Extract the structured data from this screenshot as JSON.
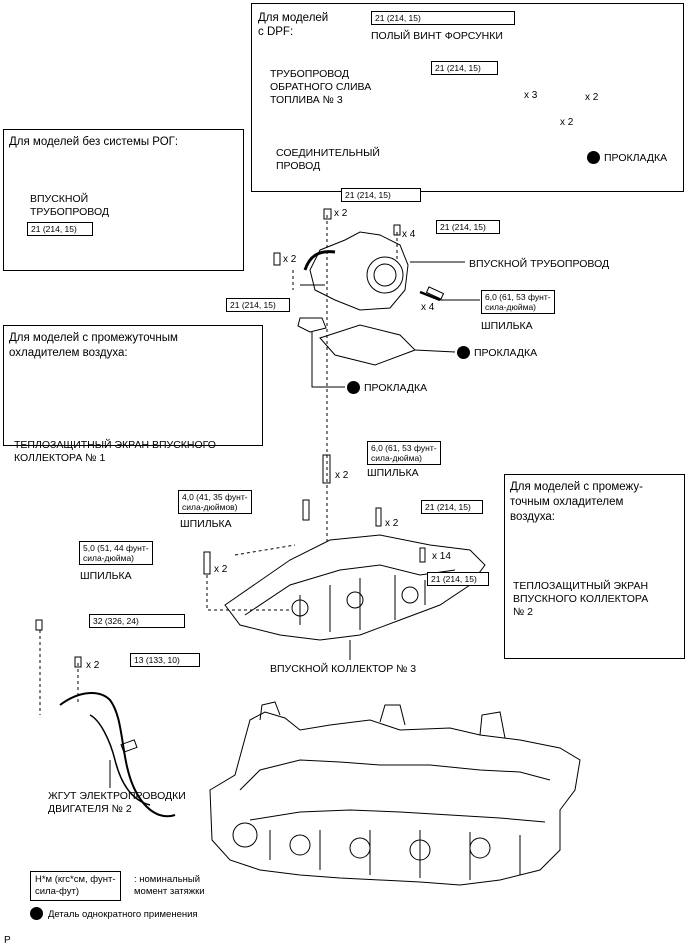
{
  "dpf_box": {
    "title": "Для моделей\nс DPF:",
    "torque_injector_screw": "21 (214, 15)",
    "injector_screw_label": "ПОЛЫЙ ВИНТ ФОРСУНКИ",
    "torque_pipe": "21 (214, 15)",
    "pipe_label": "ТРУБОПРОВОД\nОБРАТНОГО СЛИВА\nТОПЛИВА № 3",
    "pipe_qty": "x 3",
    "screw_qty": "x 2",
    "gasket_qty": "x 2",
    "gasket_label": "ПРОКЛАДКА",
    "connector_label": "СОЕДИНИТЕЛЬНЫЙ\nПРОВОД"
  },
  "no_egr_box": {
    "title": "Для моделей без системы РОГ:",
    "intake_pipe_label": "ВПУСКНОЙ\nТРУБОПРОВОД",
    "torque": "21 (214, 15)"
  },
  "intercooler_box_1": {
    "title": "Для моделей с промежуточным\nохладителем воздуха:",
    "heat_shield_label": "ТЕПЛОЗАЩИТНЫЙ ЭКРАН ВПУСКНОГО\nКОЛЛЕКТОРА № 1"
  },
  "intercooler_box_2": {
    "title": "Для моделей с промежу-\nточным охладителем\nвоздуха:",
    "heat_shield_label": "ТЕПЛОЗАЩИТНЫЙ ЭКРАН\nВПУСКНОГО КОЛЛЕКТОРА\n№ 2"
  },
  "main": {
    "torque_top": "21 (214, 15)",
    "qty_top": "x 2",
    "torque_x4": "21 (214, 15)",
    "qty_x4_bolt": "x 4",
    "intake_pipe_label": "ВПУСКНОЙ ТРУБОПРОВОД",
    "qty_left_x2": "x 2",
    "torque_left": "21 (214, 15)",
    "stud_spec_1": "6,0 (61, 53 фунт-\nсила-дюйма)",
    "stud_qty_1": "x 4",
    "stud_label_1": "ШПИЛЬКА",
    "gasket_label_1": "ПРОКЛАДКА",
    "gasket_label_2": "ПРОКЛАДКА",
    "stud_spec_2": "6,0 (61, 53 фунт-\nсила-дюйма)",
    "stud_qty_2": "x 2",
    "stud_label_2": "ШПИЛЬКА",
    "stud_spec_3": "4,0 (41, 35 фунт-\nсила-дюймов)",
    "stud_label_3": "ШПИЛЬКА",
    "torque_mid": "21 (214, 15)",
    "qty_mid": "x 2",
    "stud_spec_4": "5,0 (51, 44 фунт-\nсила-дюйма)",
    "stud_qty_4": "x 2",
    "stud_label_4": "ШПИЛЬКА",
    "qty_x14": "x 14",
    "torque_x14": "21 (214, 15)",
    "manifold_label": "ВПУСКНОЙ КОЛЛЕКТОР № 3",
    "torque_harness_1": "32 (326, 24)",
    "torque_harness_2": "13 (133, 10)",
    "qty_harness": "x 2",
    "harness_label": "ЖГУТ ЭЛЕКТРОПРОВОДКИ\nДВИГАТЕЛЯ № 2"
  },
  "legend": {
    "unit_box": "Н*м (кгс*см, фунт-\nсила-фут)",
    "unit_desc": ": номинальный\nмомент затяжки",
    "single_use": "Деталь однократного применения"
  },
  "footer": {
    "page_letter": "P"
  }
}
